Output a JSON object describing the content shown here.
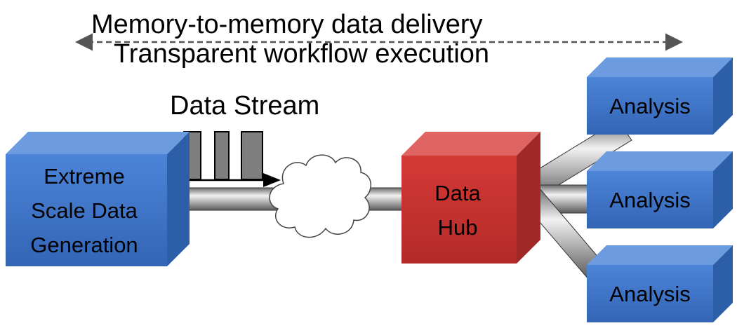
{
  "diagram": {
    "titles": {
      "line1": "Memory-to-memory data delivery",
      "line2": "Transparent workflow execution"
    },
    "stream_label": "Data Stream",
    "source": {
      "lines": [
        "Extreme",
        "Scale Data",
        "Generation"
      ],
      "color": "#3f74c4"
    },
    "hub": {
      "lines": [
        "Data",
        "Hub"
      ],
      "color": "#c7312f"
    },
    "analysis": [
      {
        "label": "Analysis"
      },
      {
        "label": "Analysis"
      },
      {
        "label": "Analysis"
      }
    ],
    "packets": 3,
    "colors": {
      "pipe": "#9a9a9a",
      "packet": "#7f7f7f",
      "cloud": "#ffffff",
      "arrow": "#555555"
    }
  }
}
